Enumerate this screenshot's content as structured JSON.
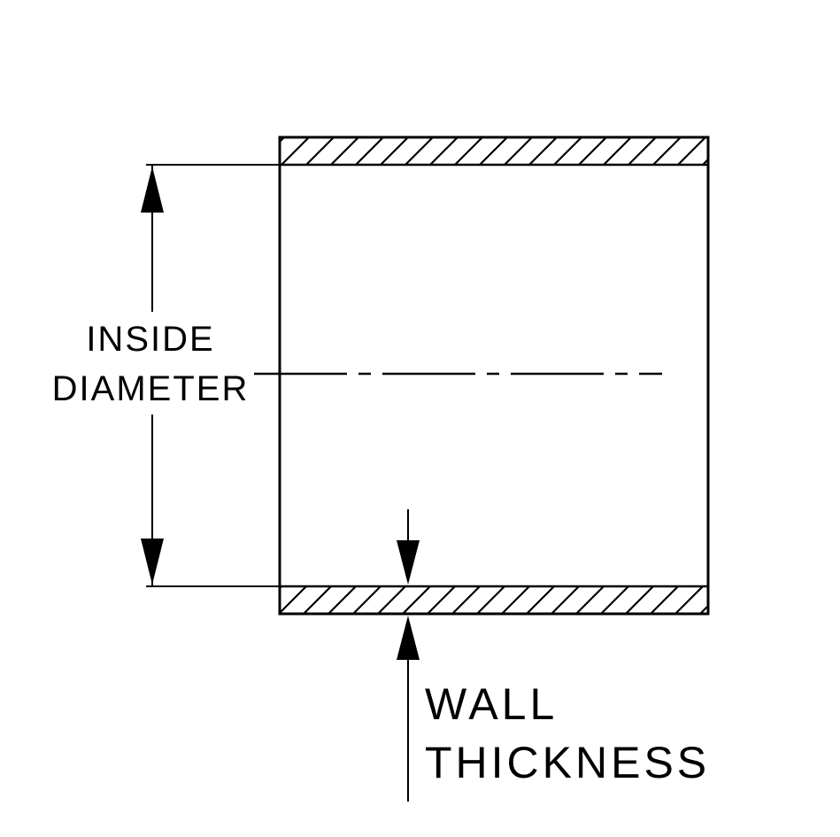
{
  "diagram": {
    "title": "hose-coupler-cross-section",
    "labels": {
      "inside_diameter": {
        "line1": "INSIDE",
        "line2": "DIAMETER"
      },
      "wall_thickness": {
        "line1": "WALL",
        "line2": "THICKNESS"
      }
    },
    "colors": {
      "line": "#000000",
      "background": "#ffffff"
    }
  }
}
